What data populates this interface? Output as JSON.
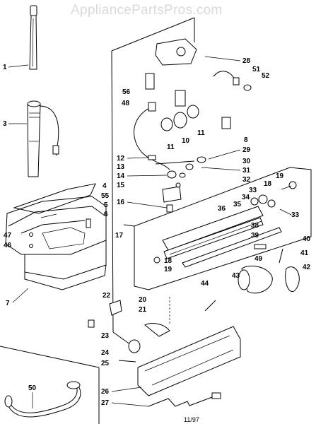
{
  "watermark": "AppliancePartsPros.com",
  "date_code": "11/97",
  "labels": [
    "1",
    "3",
    "4",
    "55",
    "5",
    "6",
    "47",
    "46",
    "7",
    "28",
    "51",
    "52",
    "56",
    "48",
    "11",
    "10",
    "11",
    "8",
    "29",
    "30",
    "31",
    "32",
    "12",
    "13",
    "14",
    "15",
    "16",
    "17",
    "19",
    "18",
    "33",
    "34",
    "35",
    "36",
    "33",
    "38",
    "39",
    "40",
    "49",
    "41",
    "42",
    "43",
    "44",
    "18",
    "19",
    "22",
    "20",
    "21",
    "23",
    "24",
    "25",
    "26",
    "27",
    "50"
  ]
}
